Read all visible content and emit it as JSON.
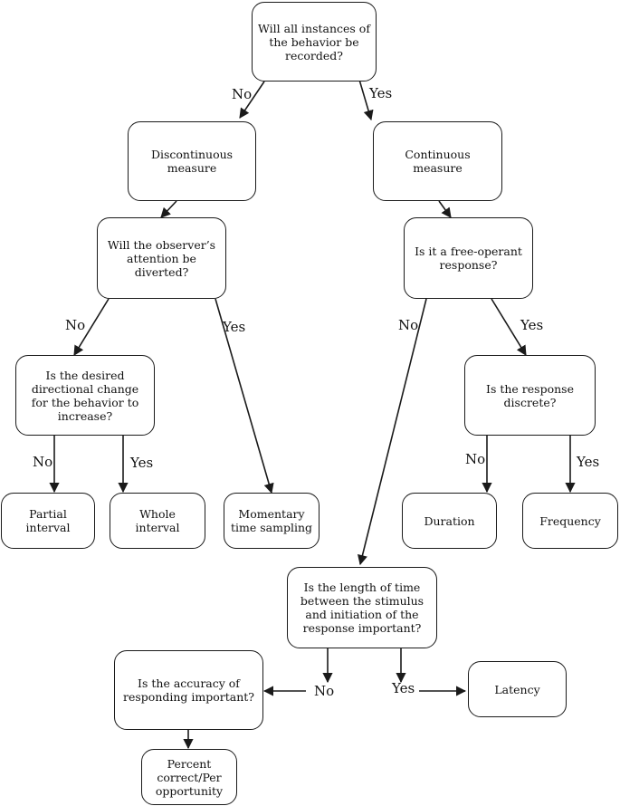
{
  "nodes": {
    "q_all_recorded": "Will all instances of the behavior be recorded?",
    "discontinuous": "Discontinuous measure",
    "continuous": "Continuous measure",
    "q_attention": "Will the observer’s attention be diverted?",
    "q_free_operant": "Is it a free-operant response?",
    "q_increase": "Is the desired directional change for the behavior to increase?",
    "q_discrete": "Is the response discrete?",
    "partial_interval": "Partial interval",
    "whole_interval": "Whole interval",
    "momentary_time_sampling": "Momentary time sampling",
    "duration": "Duration",
    "frequency": "Frequency",
    "q_latency": "Is the length of time between the stimulus and initiation of the response important?",
    "q_accuracy": "Is the accuracy of responding important?",
    "latency": "Latency",
    "percent_correct": "Percent correct/Per opportunity"
  },
  "edge_labels": {
    "all_no": "No",
    "all_yes": "Yes",
    "attention_no": "No",
    "attention_yes": "Yes",
    "free_operant_no": "No",
    "free_operant_yes": "Yes",
    "increase_no": "No",
    "increase_yes": "Yes",
    "discrete_no": "No",
    "discrete_yes": "Yes",
    "latency_no": "No",
    "latency_yes": "Yes"
  }
}
